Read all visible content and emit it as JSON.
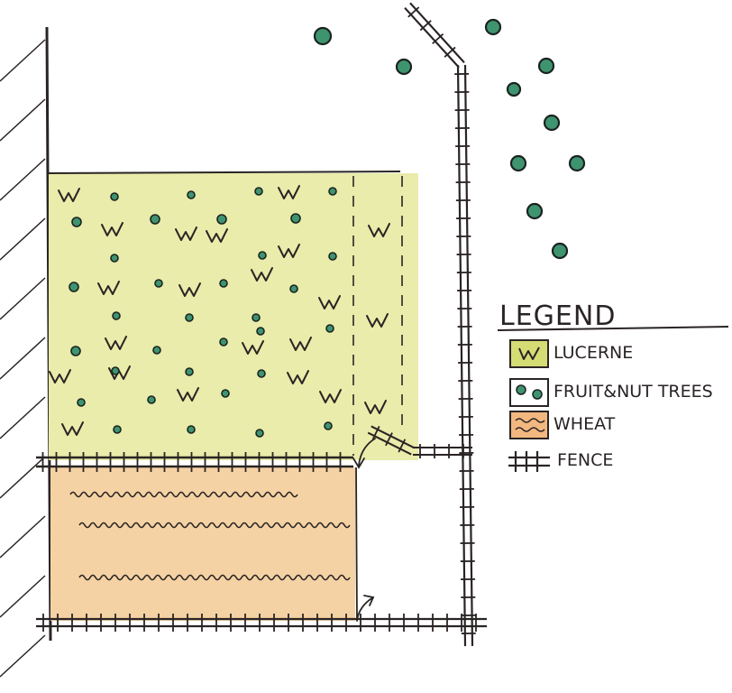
{
  "legend": {
    "title": "LEGEND",
    "items": [
      {
        "key": "lucerne",
        "label": "LUCERNE"
      },
      {
        "key": "trees",
        "label": "FRUIT&NUT TREES"
      },
      {
        "key": "wheat",
        "label": "WHEAT"
      },
      {
        "key": "fence",
        "label": "FENCE"
      }
    ]
  },
  "colors": {
    "ink": "#2a2424",
    "lucerne": "#e9ecaa",
    "lucerne_swatch": "#d6dc74",
    "wheat": "#f5d2a4",
    "wheat_swatch": "#f2b880",
    "tree_fill": "#3f9470",
    "tree_ring": "#1b2320"
  }
}
